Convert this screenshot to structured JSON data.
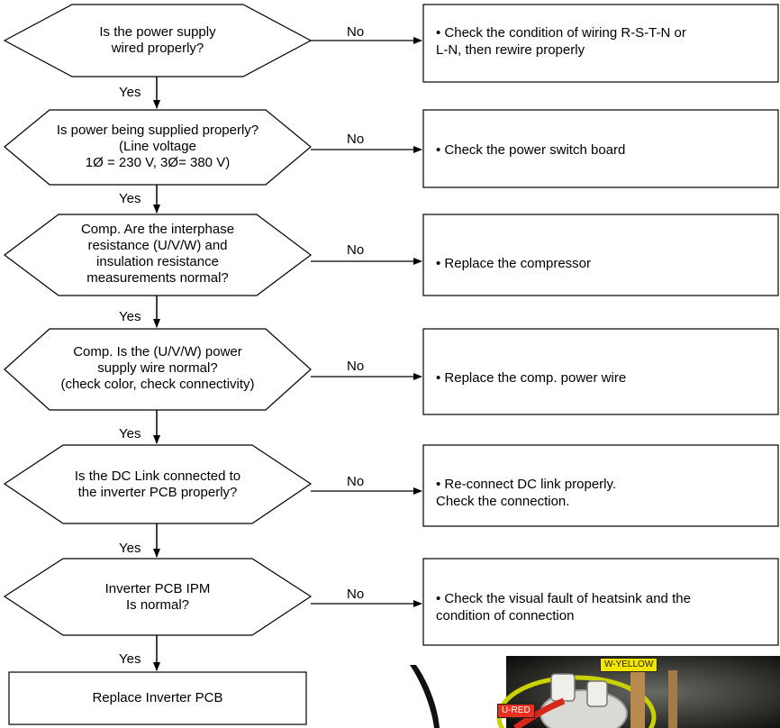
{
  "decisions": [
    {
      "lines": [
        "Is the power supply",
        "wired properly?"
      ]
    },
    {
      "lines": [
        "Is power being supplied properly?",
        "(Line voltage",
        "1Ø = 230 V, 3Ø= 380 V)"
      ]
    },
    {
      "lines": [
        "Comp. Are the interphase",
        "resistance (U/V/W) and",
        "insulation resistance",
        "measurements normal?"
      ]
    },
    {
      "lines": [
        "Comp. Is the (U/V/W) power",
        "supply wire normal?",
        "(check color, check connectivity)"
      ]
    },
    {
      "lines": [
        "Is the DC Link connected to",
        "the inverter PCB properly?"
      ]
    },
    {
      "lines": [
        "Inverter PCB IPM",
        "Is normal?"
      ]
    }
  ],
  "actions": [
    {
      "lines": [
        "• Check the condition of wiring R-S-T-N or",
        "  L-N, then rewire properly"
      ]
    },
    {
      "lines": [
        "• Check the power switch board"
      ]
    },
    {
      "lines": [
        "• Replace the compressor"
      ]
    },
    {
      "lines": [
        "• Replace the comp. power wire"
      ]
    },
    {
      "lines": [
        "• Re-connect DC link properly.",
        "  Check the connection."
      ]
    },
    {
      "lines": [
        "• Check the visual fault of heatsink and the",
        "  condition of connection"
      ]
    }
  ],
  "edge_no": "No",
  "edge_yes": "Yes",
  "final_box": "Replace Inverter PCB",
  "photo": {
    "tag_w": "W-YELLOW",
    "tag_u": "U-RED",
    "tag_w_color": "#f2e500",
    "tag_u_color": "#e8301c"
  }
}
